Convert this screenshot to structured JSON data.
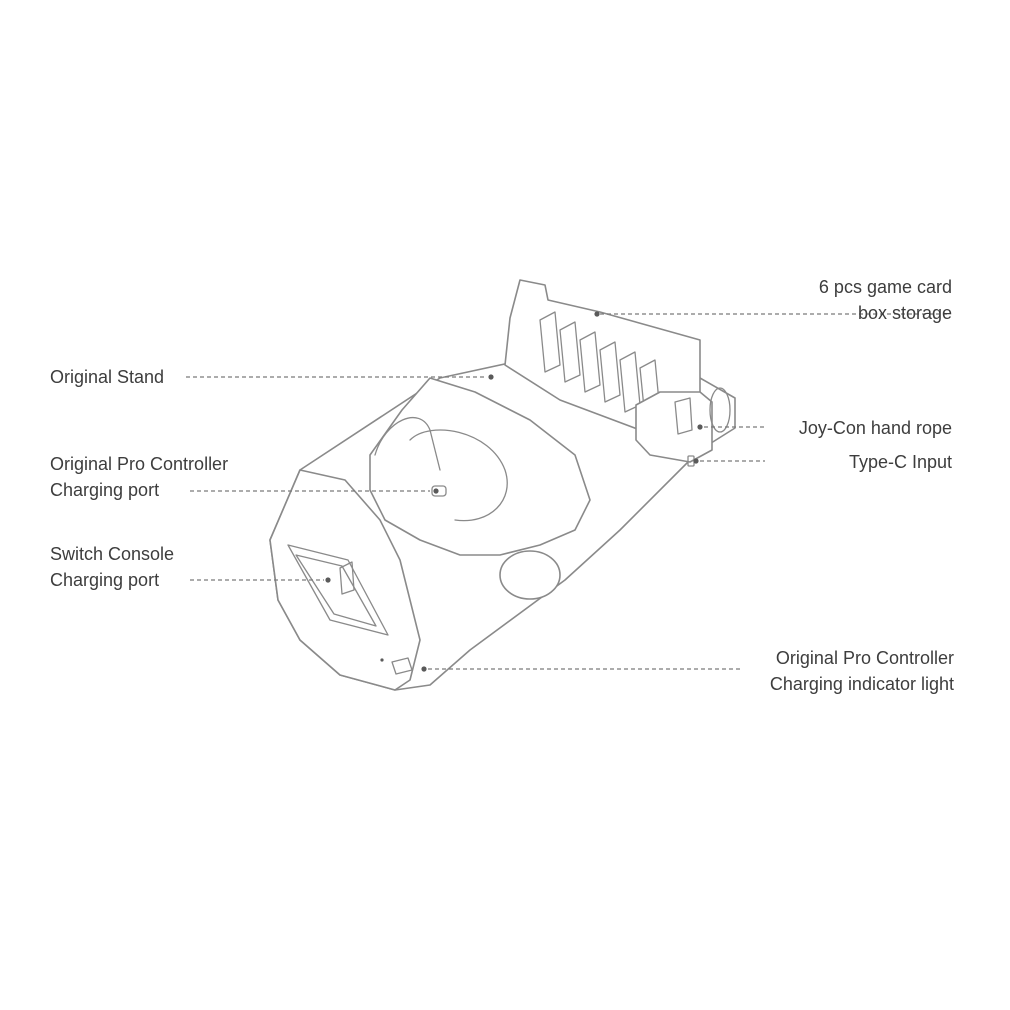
{
  "labels": {
    "card_storage": [
      "6 pcs game card",
      "box storage"
    ],
    "original_stand": "Original Stand",
    "pro_controller_port": [
      "Original Pro Controller",
      "Charging port"
    ],
    "switch_console_port": [
      "Switch Console",
      "Charging port"
    ],
    "joycon_rope": "Joy-Con hand rope",
    "typec_input": "Type-C Input",
    "indicator_light": [
      "Original Pro Controller",
      "Charging indicator light"
    ]
  },
  "colors": {
    "line": "#8a8a8a",
    "text": "#3d3d3d",
    "background": "#ffffff"
  }
}
